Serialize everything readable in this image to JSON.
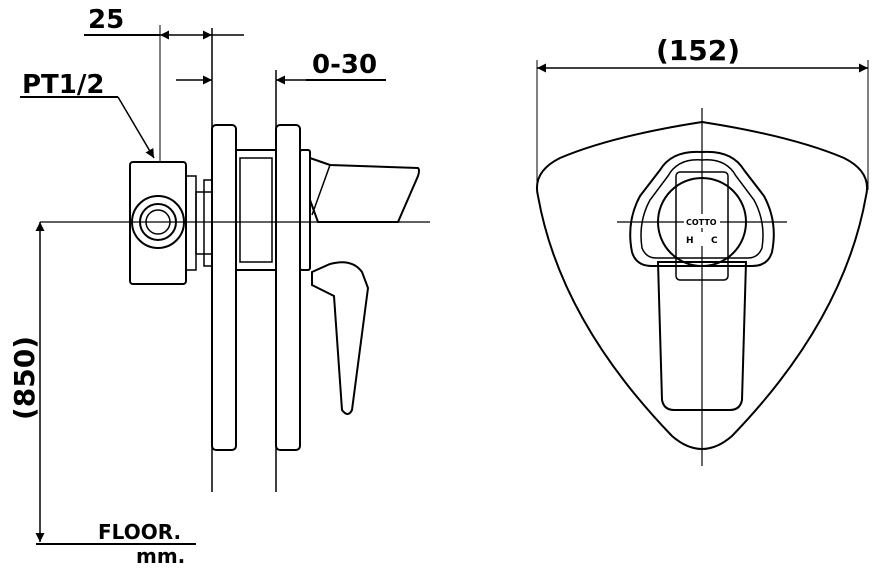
{
  "side_view": {
    "dim_top": "25",
    "dim_offset": "0-30",
    "thread_label": "PT1/2",
    "height_label": "(850)",
    "floor_label": "FLOOR.",
    "unit_label": "mm."
  },
  "front_view": {
    "width_label": "(152)",
    "brand_text": "COTTO",
    "hot_label": "H",
    "cold_label": "C"
  }
}
